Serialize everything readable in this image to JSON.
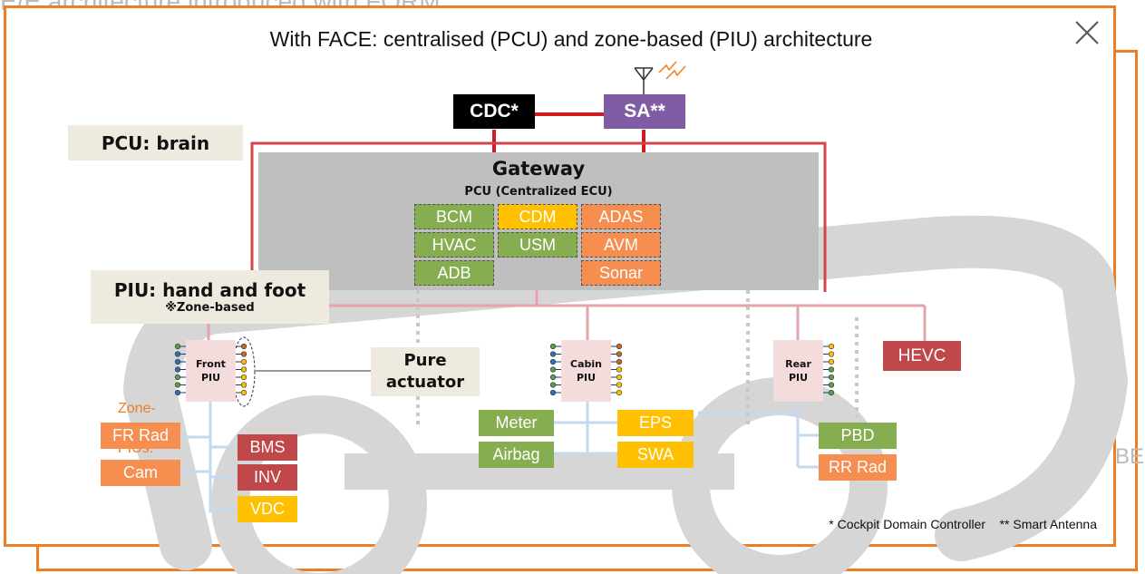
{
  "page": {
    "top_cut_text": "E/E architecture introduced with FORM...",
    "bg_partial": "BE"
  },
  "title": "With FACE: centralised (PCU) and zone-based (PIU) architecture",
  "top_nodes": {
    "cdc": "CDC*",
    "sa": "SA**"
  },
  "pcu_tag": "PCU: brain",
  "gateway": {
    "title": "Gateway",
    "subtitle": "PCU (Centralized ECU)",
    "modules": [
      "BCM",
      "CDM",
      "ADAS",
      "HVAC",
      "USM",
      "AVM",
      "ADB",
      "Sonar"
    ]
  },
  "piu_tag": {
    "title": "PIU: hand and foot",
    "note": "※Zone-based"
  },
  "pius": {
    "front": [
      "Front",
      "PIU"
    ],
    "cabin": [
      "Cabin",
      "PIU"
    ],
    "rear": [
      "Rear",
      "PIU"
    ]
  },
  "pure_actuator": [
    "Pure",
    "actuator"
  ],
  "hevc": "HEVC",
  "zone_plus": {
    "line1": "Zone-",
    "line2": "PIUs:"
  },
  "front_devices": [
    "FR Rad",
    "Cam",
    "BMS",
    "INV",
    "VDC"
  ],
  "cabin_devices": [
    "Meter",
    "Airbag",
    "EPS",
    "SWA"
  ],
  "rear_devices": [
    "PBD",
    "RR Rad"
  ],
  "footnote": "* Cockpit Domain Controller    ** Smart Antenna",
  "colors": {
    "accent_orange": "#ef7d22",
    "red_line": "#d01c1f",
    "pink_line": "#d98088",
    "light_blue_line": "#c5d8ee",
    "green": "#86ad4f",
    "yellow": "#fec000",
    "orange": "#f58e4f",
    "dark_red": "#c0484a",
    "purple": "#7f5ca4",
    "black": "#000000",
    "gateway_gray": "#bfbfbf",
    "tag_beige": "#eeeae0"
  },
  "icons": [
    "close-icon",
    "antenna-icon",
    "wireless-signal-icon",
    "connector-pins-icon"
  ]
}
